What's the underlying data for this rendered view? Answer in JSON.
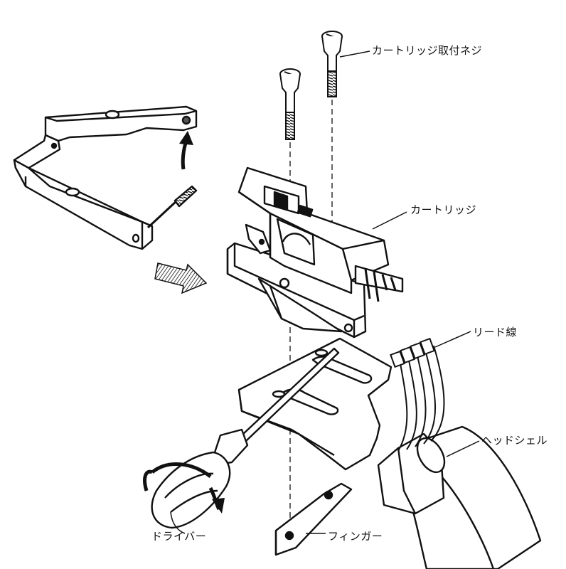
{
  "labels": {
    "screws": "カートリッジ取付ネジ",
    "cartridge": "カートリッジ",
    "lead_wire": "リード線",
    "headshell": "ヘッドシェル",
    "driver": "ドライバー",
    "finger": "フィンガー"
  },
  "colors": {
    "ink": "#111111",
    "paper": "#ffffff",
    "shade": "#8a8a8a",
    "dark": "#2a2a2a"
  }
}
